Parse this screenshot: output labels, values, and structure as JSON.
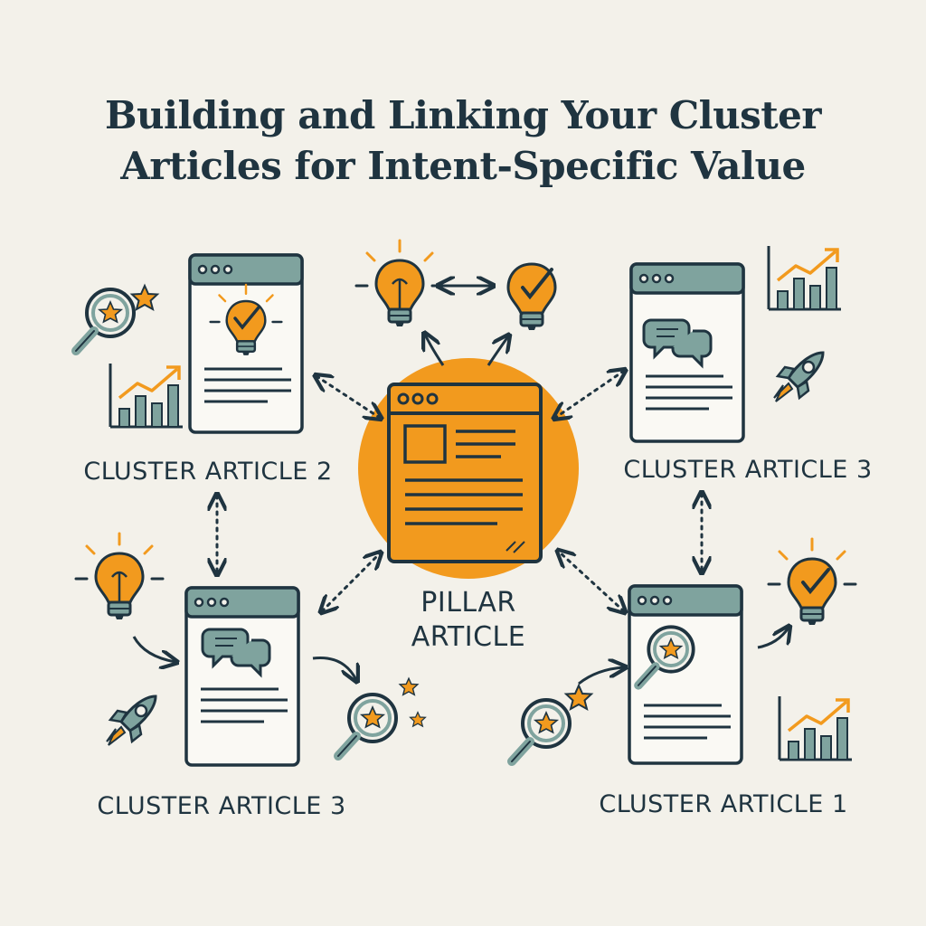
{
  "title": {
    "line1": "Building and Linking Your Cluster",
    "line2": "Articles for Intent-Specific Value"
  },
  "pillar": {
    "line1": "PILLAR",
    "line2": "ARTICLE"
  },
  "clusters": {
    "top_left": "CLUSTER ARTICLE 2",
    "top_right": "CLUSTER ARTICLE 3",
    "bottom_left": "CLUSTER ARTICLE 3",
    "bottom_right": "CLUSTER ARTICLE 1"
  },
  "colors": {
    "background": "#f3f1ea",
    "ink": "#1f3440",
    "orange": "#f29a1e",
    "teal": "#7fa39e"
  },
  "icons": [
    "lightbulb-icon",
    "checkmark-bulb-icon",
    "magnifier-star-icon",
    "bar-chart-icon",
    "rocket-icon",
    "chat-bubbles-icon",
    "browser-window-icon"
  ]
}
